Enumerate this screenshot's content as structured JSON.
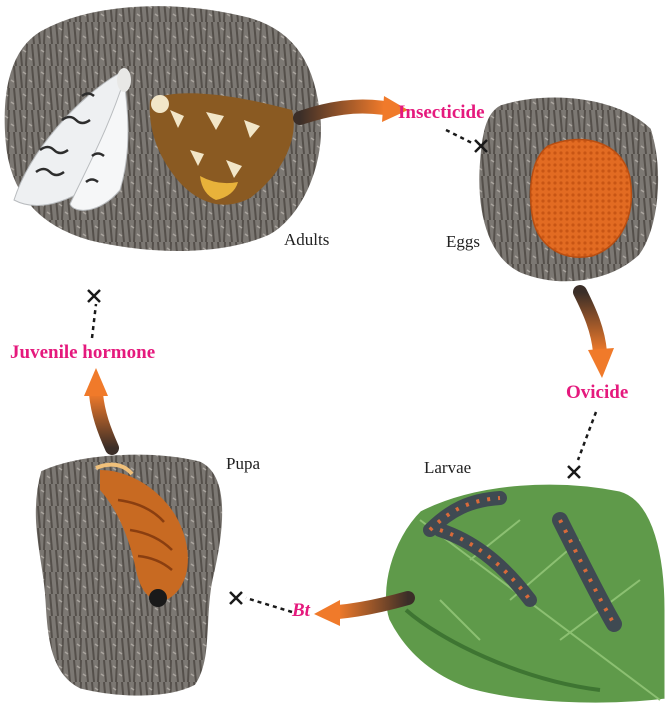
{
  "colors": {
    "control_text": "#e5197d",
    "arrow_orange": "#f07a2a",
    "arrow_dark": "#4a3a32",
    "bark": "#7c7873",
    "bark_dark": "#55504b",
    "bark_light": "#a9a49e",
    "leaf": "#5f9a4a",
    "leaf_dark": "#3e7532",
    "egg_mass": "#e26b22",
    "moth_white": "#eef0f2",
    "moth_brown": "#8a5a22",
    "larva_body": "#3f4a52",
    "pupa": "#c86a22",
    "blocked_marker": "#1a1a1a"
  },
  "icons": {
    "blocked": "cross-mark-icon"
  },
  "stages": {
    "adults": "Adults",
    "eggs": "Eggs",
    "larvae": "Larvae",
    "pupa": "Pupa"
  },
  "controls": {
    "insecticide": "Insecticide",
    "ovicide": "Ovicide",
    "bt": "Bt",
    "juvenile_hormone": "Juvenile hormone"
  }
}
